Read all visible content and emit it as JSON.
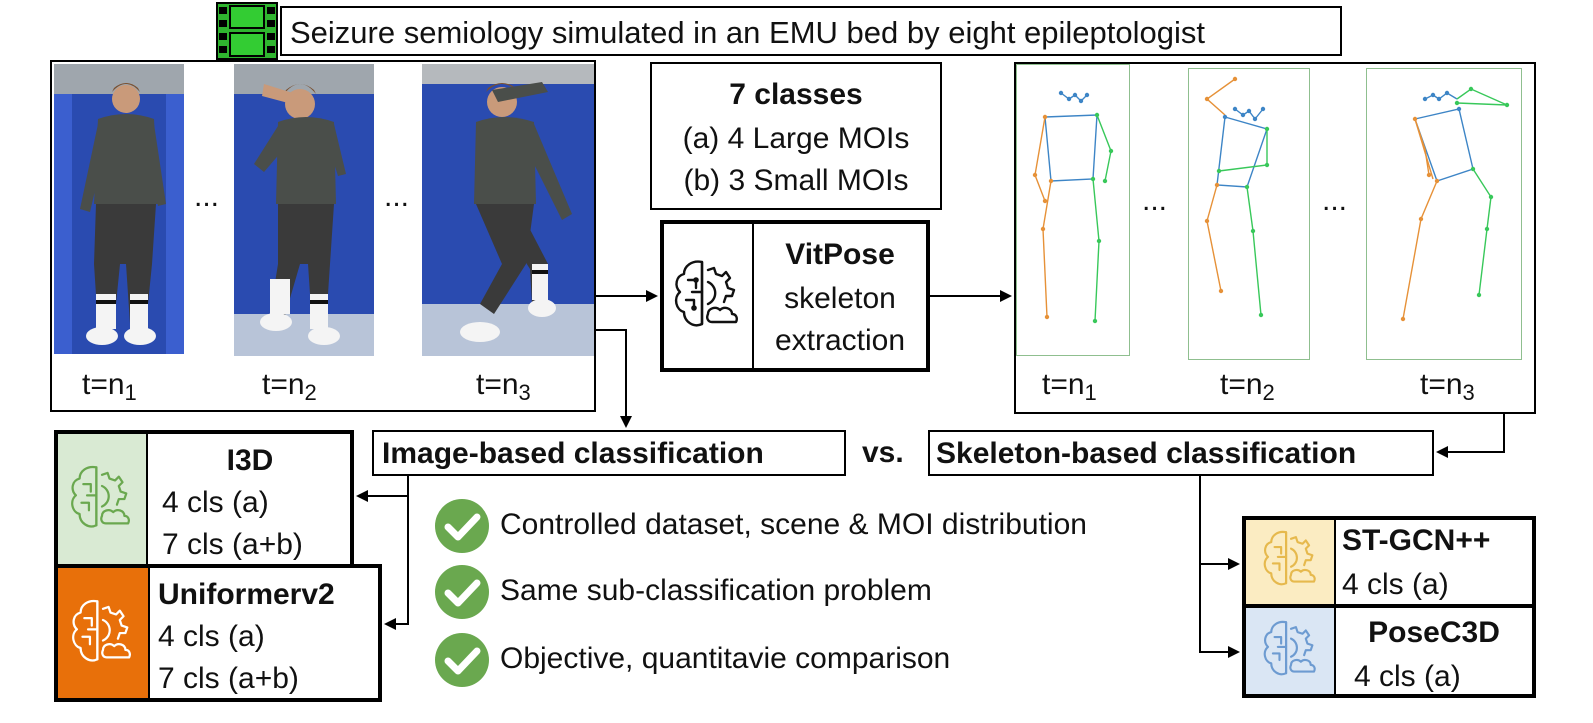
{
  "header": {
    "title": "Seizure semiology simulated in an EMU bed by eight epileptologist",
    "icon": "film-icon"
  },
  "frames": {
    "ellipsis": "...",
    "labels": [
      {
        "prefix": "t=n",
        "sub": "1"
      },
      {
        "prefix": "t=n",
        "sub": "2"
      },
      {
        "prefix": "t=n",
        "sub": "3"
      }
    ]
  },
  "classes_box": {
    "title": "7 classes",
    "line_a": "(a) 4 Large MOIs",
    "line_b": "(b) 3 Small MOIs"
  },
  "vitpose": {
    "title": "VitPose",
    "line1": "skeleton",
    "line2": "extraction",
    "icon": "brain-gear-icon"
  },
  "image_based": {
    "label": "Image-based classification"
  },
  "vs": "vs.",
  "skeleton_based": {
    "label": "Skeleton-based classification"
  },
  "models": {
    "i3d": {
      "title": "I3D",
      "line1": "4 cls (a)",
      "line2": "7 cls (a+b)",
      "color": "#d9ead3",
      "icon": "brain-gear-icon"
    },
    "uniformer": {
      "title": "Uniformerv2",
      "line1": "4 cls (a)",
      "line2": "7 cls (a+b)",
      "color": "#e8700a",
      "icon": "brain-gear-icon"
    },
    "stgcn": {
      "title": "ST-GCN++",
      "line1": "4 cls (a)",
      "color": "#fbecc2",
      "icon": "brain-gear-icon"
    },
    "posec3d": {
      "title": "PoseC3D",
      "line1": "4 cls (a)",
      "color": "#dae6f4",
      "icon": "brain-gear-icon"
    }
  },
  "checks": [
    {
      "text": "Controlled dataset, scene & MOI distribution",
      "icon": "check-circle-icon"
    },
    {
      "text": "Same sub-classification problem",
      "icon": "check-circle-icon"
    },
    {
      "text": "Objective, quantitavie comparison",
      "icon": "check-circle-icon"
    }
  ],
  "colors": {
    "check_green": "#6aa84f",
    "skeleton_blue": "#3d85c6",
    "skeleton_green": "#38c85a",
    "skeleton_orange": "#e69138",
    "bed_blue": "#2a4bb0"
  }
}
